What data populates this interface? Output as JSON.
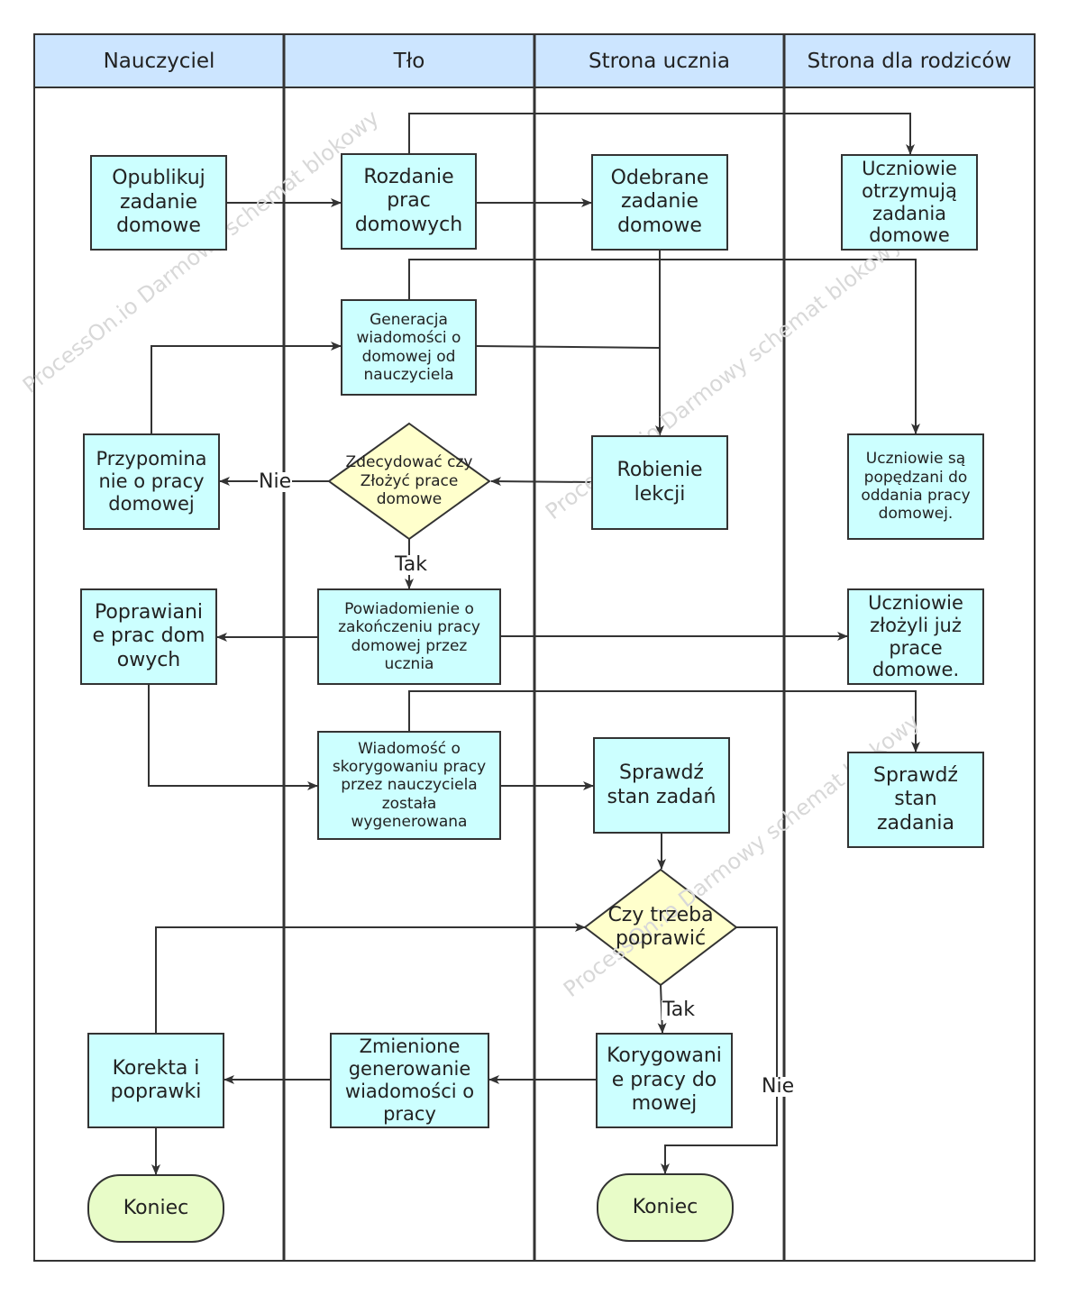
{
  "watermark": "ProcessOn.io Darmowy schemat blokowy",
  "lanes": [
    "Nauczyciel",
    "Tło",
    "Strona ucznia",
    "Strona dla rodziców"
  ],
  "nodes": {
    "opublikuj": "Opublikuj zadanie domowe",
    "rozdanie": "Rozdanie prac domowych",
    "odebrane": "Odebrane zadanie domowe",
    "otrzymuja": "Uczniowie otrzymują zadania domowe",
    "generacja": "Generacja wiadomości o domowej od nauczyciela",
    "przypomnienie": "Przypominanie o pracy domowej",
    "zdecydowac": "Zdecydować czy Złożyć prace domowe",
    "robienie": "Robienie lekcji",
    "popedzani": "Uczniowie są popędzani do oddania pracy domowej.",
    "poprawianie": "Poprawianie prac domowych",
    "powiadomienie": "Powiadomienie o zakończeniu pracy domowej przez ucznia",
    "zlozyli": "Uczniowie złożyli już prace domowe.",
    "wiadomosc": "Wiadomość o skorygowaniu pracy przez nauczyciela została wygenerowana",
    "sprawdz_zadan": "Sprawdź stan zadań",
    "sprawdz_zadania": "Sprawdź stan zadania",
    "czy_trzeba": "Czy trzeba poprawić",
    "korekta": "Korekta i poprawki",
    "zmienione": "Zmienione generowanie wiadomości o pracy",
    "korygowanie": "Korygowanie pracy domowej",
    "koniec_1": "Koniec",
    "koniec_2": "Koniec"
  },
  "edge_labels": {
    "nie_1": "Nie",
    "tak_1": "Tak",
    "tak_2": "Tak",
    "nie_2": "Nie"
  },
  "colors": {
    "header": "#cce5ff",
    "process": "#ccffff",
    "decision": "#ffffcc",
    "terminal": "#e8fcc8",
    "stroke": "#333333"
  }
}
